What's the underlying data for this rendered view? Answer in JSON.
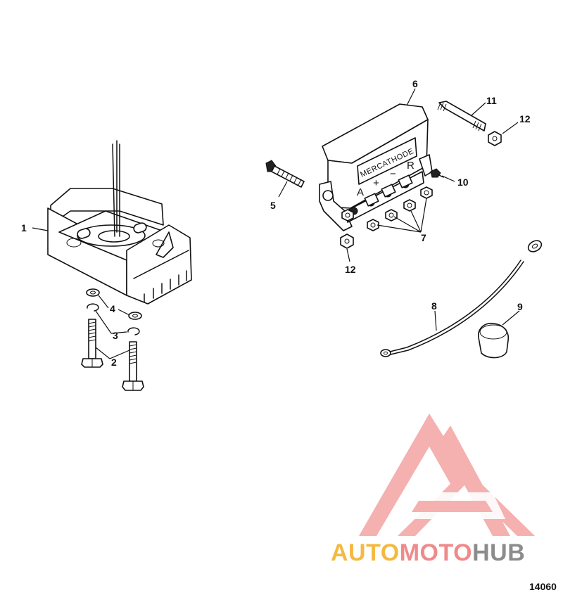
{
  "callouts": {
    "c1": "1",
    "c2": "2",
    "c3": "3",
    "c4": "4",
    "c5": "5",
    "c6": "6",
    "c7": "7",
    "c8": "8",
    "c9": "9",
    "c10": "10",
    "c11": "11",
    "c12a": "12",
    "c12b": "12"
  },
  "controller": {
    "brand_plate": "MERCATHODE",
    "terminals": [
      "A",
      "+",
      "−",
      "R"
    ]
  },
  "figure_number": "14060",
  "watermark": {
    "part1": "AUTO",
    "part2": "MOTO",
    "part3": "HUB",
    "colors": {
      "auto": "#f5b942",
      "moto": "#f08a8a",
      "hub": "#8c8c8c",
      "logo": "#f4a3a3"
    }
  }
}
